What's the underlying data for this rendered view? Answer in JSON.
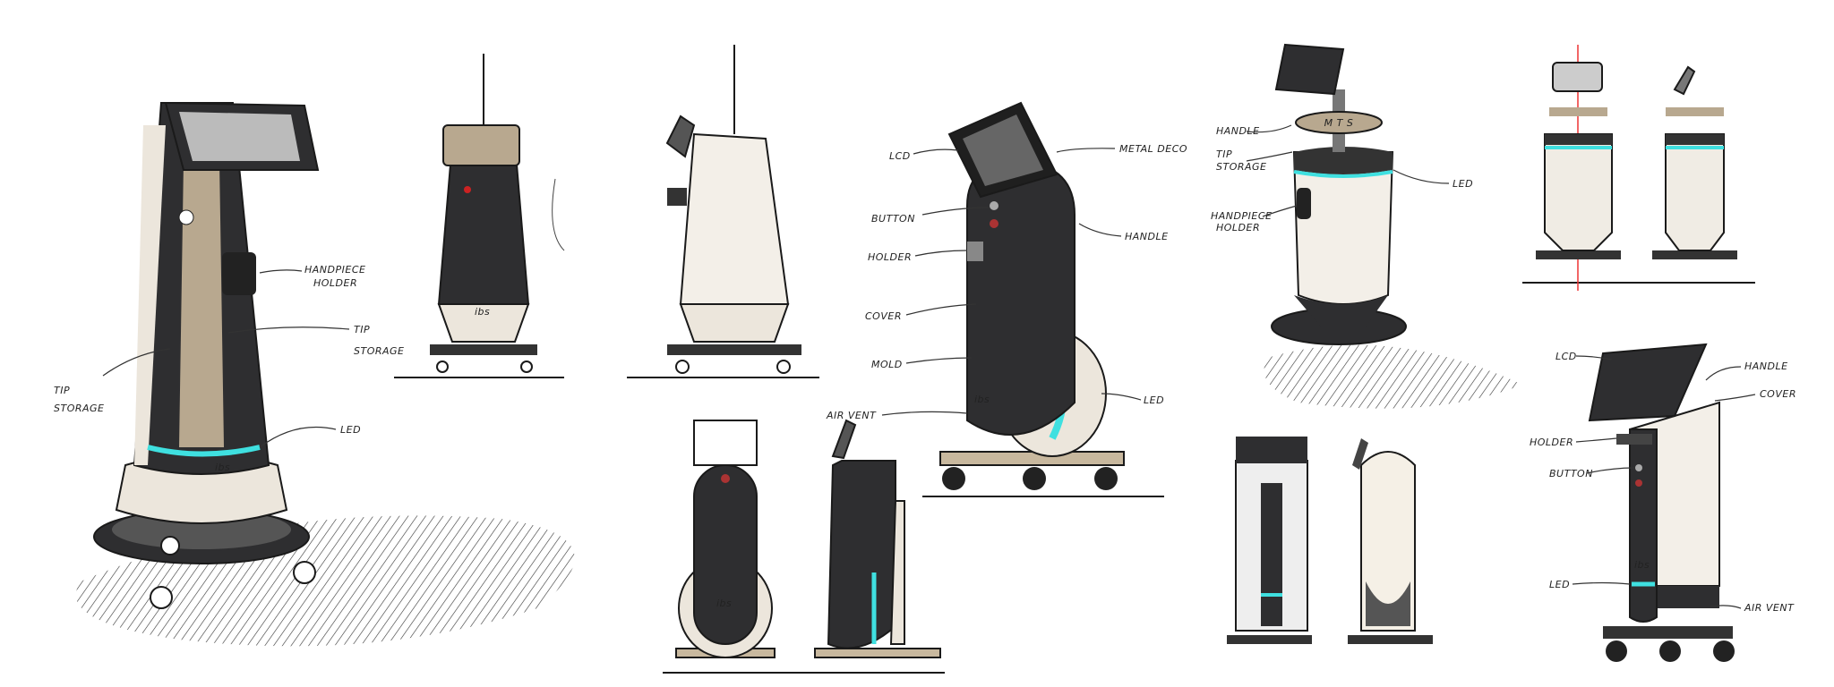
{
  "brand_mark": "ibs",
  "colors": {
    "dark": "#2e2e30",
    "cream": "#ece6dc",
    "bronze": "#b8a88f",
    "led": "#3fe0e0",
    "ink": "#1a1a1a"
  },
  "sketch1": {
    "labels": {
      "handpiece_holder_1": "HANDPIECE",
      "handpiece_holder_2": "HOLDER",
      "tip_storage_1": "TIP",
      "tip_storage_2": "STORAGE",
      "tip_storage_left_1": "TIP",
      "tip_storage_left_2": "STORAGE",
      "led": "LED"
    }
  },
  "sketch4": {
    "labels": {
      "lcd": "LCD",
      "metal_deco": "METAL DECO",
      "button": "BUTTON",
      "handle": "HANDLE",
      "holder": "HOLDER",
      "cover": "COVER",
      "mold": "MOLD",
      "led": "LED",
      "air_vent": "AIR VENT"
    }
  },
  "sketch6": {
    "ring_text": "M T S",
    "labels": {
      "handle": "HANDLE",
      "tip_storage_1": "TIP",
      "tip_storage_2": "STORAGE",
      "led": "LED",
      "handpiece_holder_1": "HANDPIECE",
      "handpiece_holder_2": "HOLDER"
    }
  },
  "sketch9": {
    "labels": {
      "lcd": "LCD",
      "handle": "HANDLE",
      "cover": "COVER",
      "holder": "HOLDER",
      "button": "BUTTON",
      "led": "LED",
      "air_vent": "AIR VENT"
    }
  }
}
